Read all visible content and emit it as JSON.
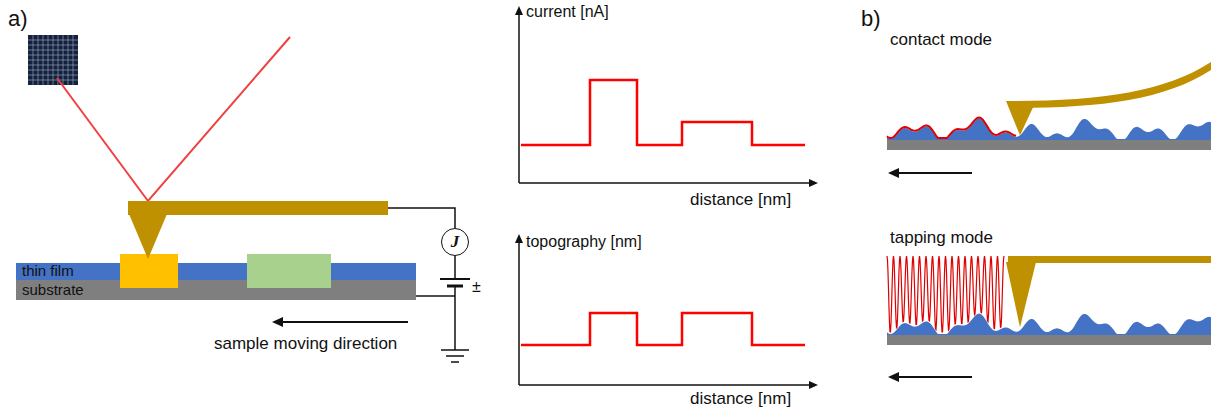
{
  "diagram": {
    "nodes": [
      {
        "text": [
          "thin film"
        ]
      },
      {
        "text": [
          "substrate"
        ]
      },
      {
        "text": [
          "J"
        ]
      }
    ],
    "labels": [
      "a)",
      "current [nA]",
      "distance [nm]",
      "topography [nm]",
      "distance [nm]",
      "±",
      "sample moving direction",
      "b)",
      "contact mode",
      "tapping mode"
    ]
  }
}
